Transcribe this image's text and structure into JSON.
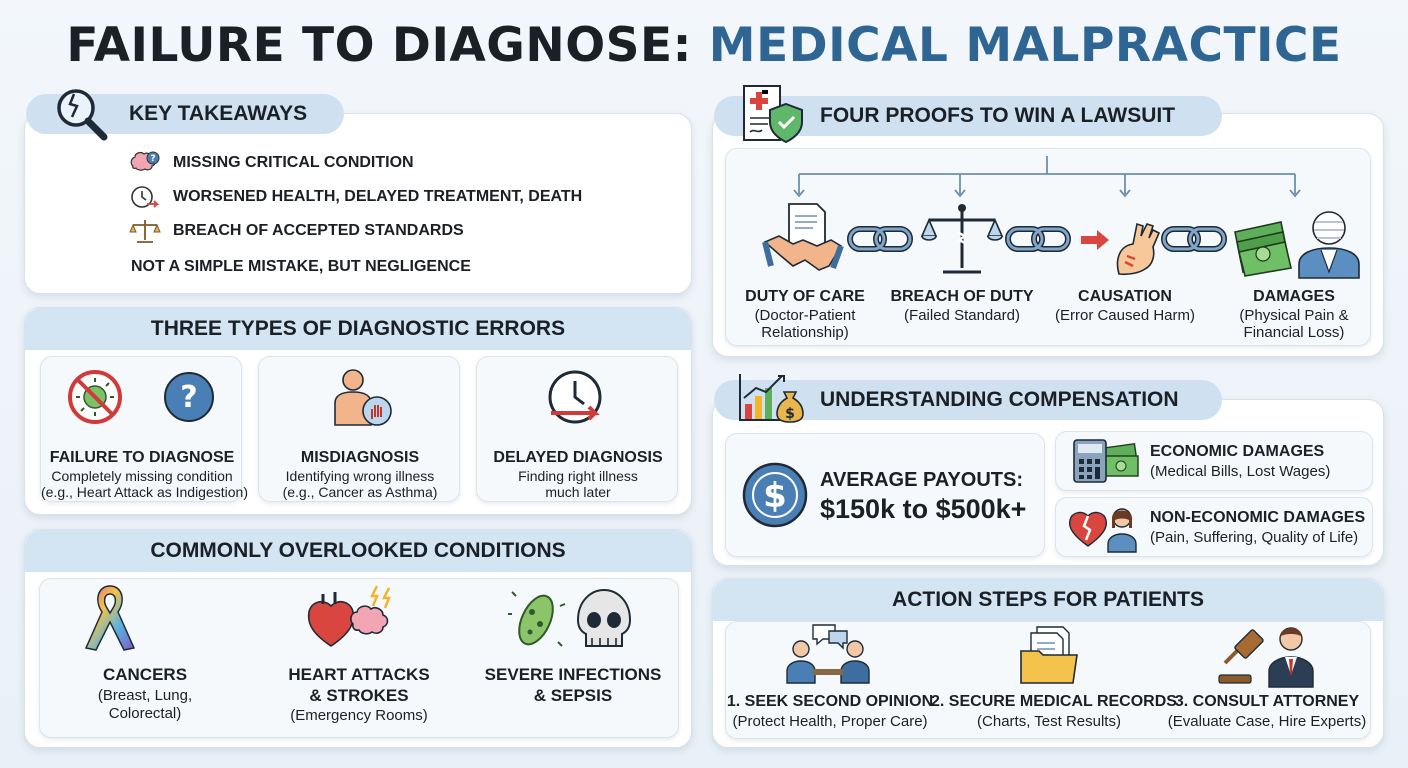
{
  "title": {
    "part1": "FAILURE TO DIAGNOSE:",
    "part2": "MEDICAL MALPRACTICE"
  },
  "colors": {
    "accent": "#2f6593",
    "band": "#d3e4f3",
    "panel": "#f6f9fc"
  },
  "takeaways": {
    "heading": "KEY TAKEAWAYS",
    "items": [
      {
        "icon": "brain-question-icon",
        "text": "MISSING CRITICAL CONDITION"
      },
      {
        "icon": "clock-arrow-icon",
        "text": "WORSENED HEALTH, DELAYED TREATMENT, DEATH"
      },
      {
        "icon": "scales-icon",
        "text": "BREACH OF ACCEPTED STANDARDS"
      }
    ],
    "footer": "NOT A SIMPLE MISTAKE, BUT NEGLIGENCE"
  },
  "errors": {
    "heading": "THREE TYPES OF DIAGNOSTIC ERRORS",
    "items": [
      {
        "title": "FAILURE TO DIAGNOSE",
        "line1": "Completely missing condition",
        "line2": "(e.g., Heart Attack as Indigestion)"
      },
      {
        "title": "MISDIAGNOSIS",
        "line1": "Identifying wrong illness",
        "line2": "(e.g., Cancer as Asthma)"
      },
      {
        "title": "DELAYED DIAGNOSIS",
        "line1": "Finding right illness",
        "line2": "much later"
      }
    ]
  },
  "conditions": {
    "heading": "COMMONLY OVERLOOKED CONDITIONS",
    "items": [
      {
        "title1": "CANCERS",
        "title2": "",
        "sub1": "(Breast, Lung,",
        "sub2": "Colorectal)"
      },
      {
        "title1": "HEART ATTACKS",
        "title2": "& STROKES",
        "sub1": "(Emergency Rooms)",
        "sub2": ""
      },
      {
        "title1": "SEVERE INFECTIONS",
        "title2": "& SEPSIS",
        "sub1": "",
        "sub2": ""
      }
    ]
  },
  "proofs": {
    "heading": "FOUR PROOFS TO WIN A LAWSUIT",
    "items": [
      {
        "title": "DUTY OF CARE",
        "sub1": "(Doctor-Patient",
        "sub2": "Relationship)"
      },
      {
        "title": "BREACH OF DUTY",
        "sub1": "(Failed Standard)",
        "sub2": ""
      },
      {
        "title": "CAUSATION",
        "sub1": "(Error Caused Harm)",
        "sub2": ""
      },
      {
        "title": "DAMAGES",
        "sub1": "(Physical Pain &",
        "sub2": "Financial Loss)"
      }
    ]
  },
  "compensation": {
    "heading": "UNDERSTANDING COMPENSATION",
    "average_label": "AVERAGE PAYOUTS:",
    "average_value": "$150k to $500k+",
    "economic": {
      "title": "ECONOMIC DAMAGES",
      "sub": "(Medical Bills, Lost Wages)"
    },
    "noneconomic": {
      "title": "NON-ECONOMIC DAMAGES",
      "sub": "(Pain, Suffering, Quality of Life)"
    }
  },
  "actions": {
    "heading": "ACTION STEPS FOR PATIENTS",
    "items": [
      {
        "title": "1. SEEK SECOND OPINION",
        "sub": "(Protect Health, Proper Care)"
      },
      {
        "title": "2. SECURE MEDICAL RECORDS",
        "sub": "(Charts, Test Results)"
      },
      {
        "title": "3. CONSULT ATTORNEY",
        "sub": "(Evaluate Case, Hire Experts)"
      }
    ]
  }
}
